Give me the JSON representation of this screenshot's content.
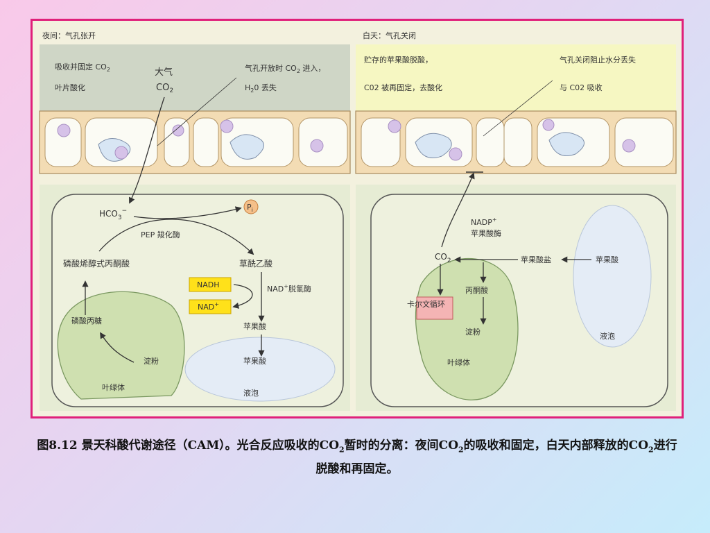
{
  "night": {
    "header": "夜间：气孔张开",
    "note_left_1": "吸收并固定 CO",
    "note_left_1_sub": "2",
    "note_left_2": "叶片酸化",
    "atm_1": "大气",
    "atm_2": "CO",
    "atm_2_sub": "2",
    "note_right_1": "气孔开放时 CO",
    "note_right_1_sub": "2",
    "note_right_1_end": " 进入，",
    "note_right_2": "H",
    "note_right_2_sub": "2",
    "note_right_2_end": "0 丢失",
    "hco3": "HCO",
    "hco3_sub": "3",
    "hco3_sup": "−",
    "pi": "P",
    "pi_sub": "i",
    "pep_enzyme": "PEP 羧化酶",
    "pep": "磷酸烯醇式丙酮酸",
    "oaa": "草酰乙酸",
    "nadh": "NADH",
    "nadplus": "NAD",
    "nadplus_sup": "+",
    "nad_enzyme": "NAD",
    "nad_enzyme_sup": "+",
    "nad_enzyme_end": "脱氢酶",
    "triose": "磷酸丙糖",
    "starch": "淀粉",
    "chloroplast": "叶绿体",
    "malate_1": "苹果酸",
    "malate_2": "苹果酸",
    "vacuole": "液泡"
  },
  "day": {
    "header": "白天：气孔关闭",
    "note_left_1": "贮存的苹果酸脱酸，",
    "note_left_2": "C02 被再固定，去酸化",
    "note_right_1": "气孔关闭阻止水分丢失",
    "note_right_2": "与 C02 吸收",
    "nadp_enzyme_1": "NADP",
    "nadp_enzyme_1_sup": "+",
    "nadp_enzyme_2": "苹果酸酶",
    "co2": "CO",
    "co2_sub": "2",
    "malate_salt": "苹果酸盐",
    "malate": "苹果酸",
    "pyruvate": "丙酮酸",
    "calvin": "卡尔文循环",
    "starch": "淀粉",
    "chloroplast": "叶绿体",
    "vacuole": "液泡"
  },
  "caption": {
    "p1": "图8.12 景天科酸代谢途径（CAM）。光合反应吸收的CO",
    "p1_sub": "2",
    "p2": "暂时的分离：夜间CO",
    "p2_sub": "2",
    "p3": "的吸收和固定，白天内部释放的CO",
    "p3_sub": "2",
    "p4": "进行脱酸和再固定。"
  },
  "colors": {
    "frame_border": "#e0207a",
    "cell_wall": "#f3dcb4",
    "chloroplast": "#cfe0b0",
    "vacuole": "#e4ecf6",
    "nad_box": "#ffe11a",
    "calvin_box": "#f4b4b4",
    "day_note_bg": "#f6f7c2",
    "night_note_bg": "#cfd6c6"
  }
}
